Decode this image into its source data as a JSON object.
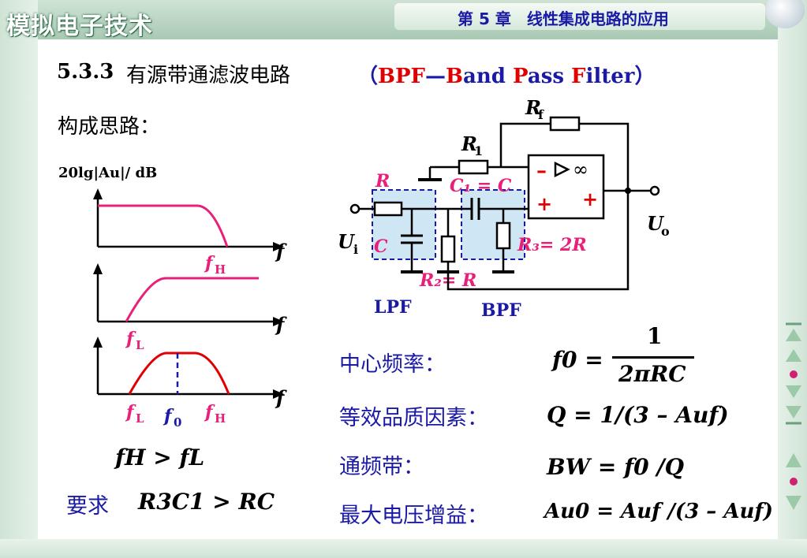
{
  "header": {
    "course_title": "模拟电子技术",
    "chapter": "第 5 章　线性集成电路的应用"
  },
  "section": {
    "number": "5.3.3",
    "title": "有源带通滤波电路",
    "paren_open": "（",
    "abbr": "BPF",
    "dash": "—",
    "full_B": "B",
    "full_and": "and ",
    "full_P": "P",
    "full_ass": "ass ",
    "full_F": "F",
    "full_ilter": "ilter",
    "paren_close": "）"
  },
  "idea_label": "构成思路：",
  "bode": {
    "ylabel": "20lg|Au|/ dB",
    "fH": "f",
    "fL": "f",
    "f0": "f",
    "axis_f": "f",
    "H": "H",
    "L": "L",
    "zero": "0"
  },
  "circuit": {
    "Rf": "R",
    "Rf_sub": "f",
    "R1": "R",
    "R1_sub": "1",
    "R": "R",
    "C1_eq": "C₁ = C",
    "C": "C",
    "R3_eq": "R₃= 2R",
    "R2_eq": "R₂= R",
    "inf": "∞",
    "minus": "–",
    "plus": "+",
    "Ui": "U",
    "Ui_sub": "i",
    "Uo": "U",
    "Uo_sub": "o",
    "lpf_label": "LPF",
    "bpf_label": "BPF"
  },
  "condition1": "fH > fL",
  "requirement_label": "要求",
  "requirement_formula": "R3C1 > RC",
  "properties": {
    "center_freq_label": "中心频率：",
    "center_freq_formula_lhs": "f0 =",
    "center_freq_num": "1",
    "center_freq_den": "2πRC",
    "q_label": "等效品质因素：",
    "q_formula": "Q = 1/(3 – Auf)",
    "bw_label": "通频带：",
    "bw_formula": "BW = f0 /Q",
    "gain_label": "最大电压增益：",
    "gain_formula": "Au0 = Auf /(3 – Auf)"
  },
  "colors": {
    "accent_blue": "#1a1aa6",
    "accent_red": "#e00000",
    "accent_pink": "#e8207a",
    "frame_green": "#cfe3d5",
    "filter_box": "#cfe6f5"
  }
}
